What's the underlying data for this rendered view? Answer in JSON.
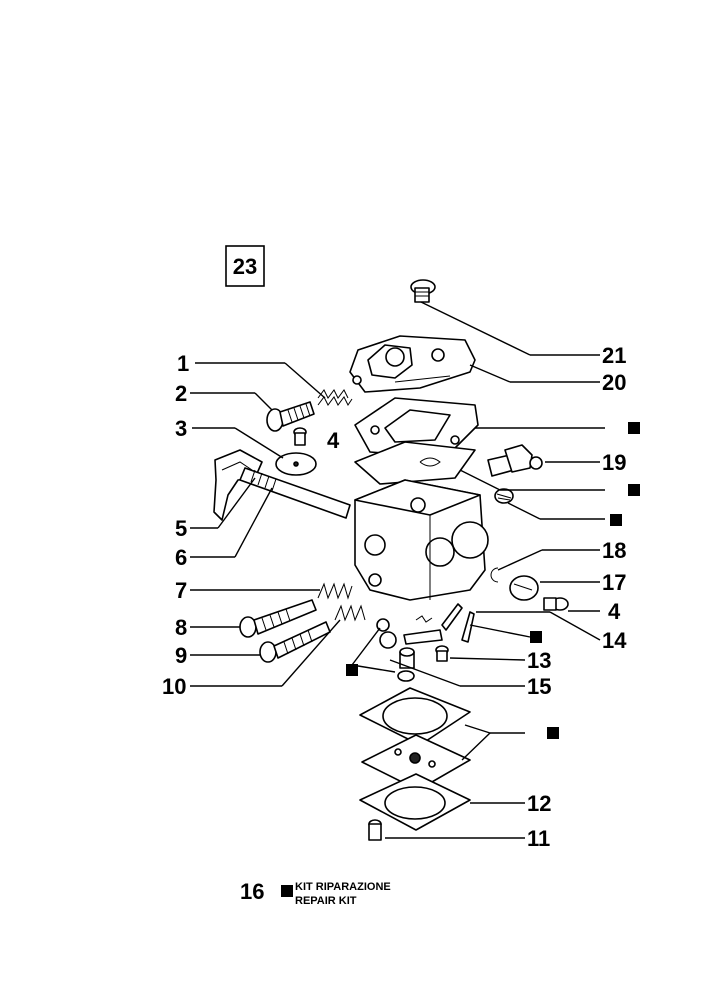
{
  "figure_number": "23",
  "page_number": "16",
  "kit_label_line1": "KIT RIPARAZIONE",
  "kit_label_line2": "REPAIR KIT",
  "part_labels": {
    "p1": "1",
    "p2": "2",
    "p3": "3",
    "p4a": "4",
    "p5": "5",
    "p6": "6",
    "p7": "7",
    "p8": "8",
    "p9": "9",
    "p10": "10",
    "p11": "11",
    "p12": "12",
    "p13": "13",
    "p14": "14",
    "p15": "15",
    "p17": "17",
    "p18": "18",
    "p19": "19",
    "p20": "20",
    "p21": "21",
    "p4b": "4"
  }
}
